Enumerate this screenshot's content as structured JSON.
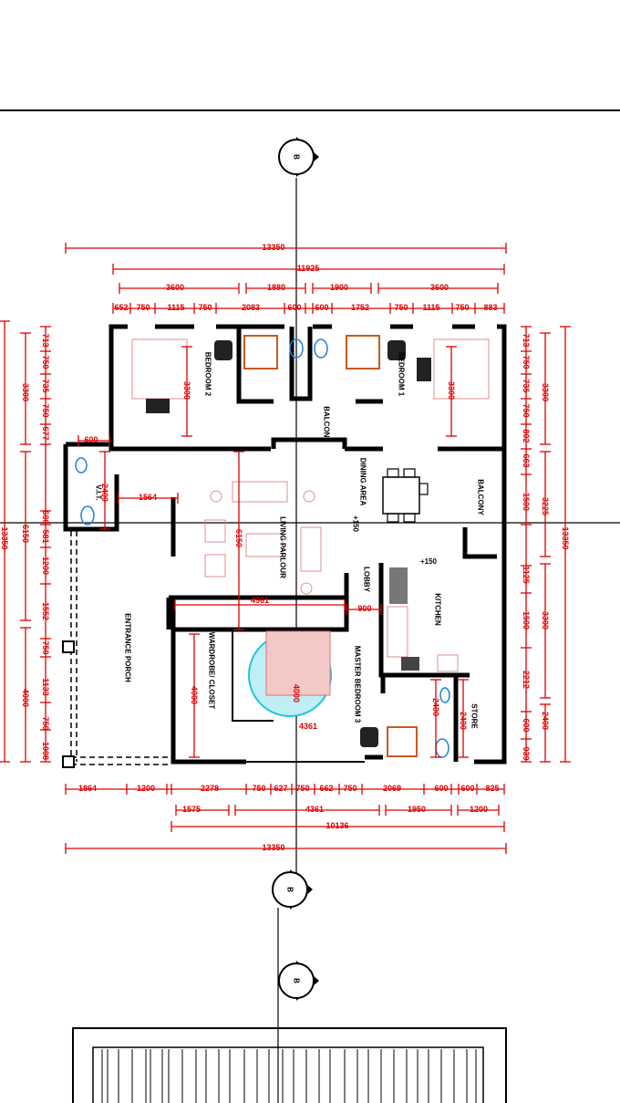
{
  "drawing": {
    "section_marker_label": "B",
    "colors": {
      "walls": "#000000",
      "dimensions": "#e00000",
      "furniture": "#e07070",
      "sanitary": "#1e7fd8",
      "shower": "#c85a1e",
      "rug": "#22c4d8"
    },
    "rooms": {
      "bedroom2": "BEDROOM 2",
      "bedroom1": "BEDROOM 1",
      "balcony_top": "BALCONY",
      "dining": "DINING AREA",
      "living": "LIVING PARLOUR",
      "lobby": "LOBBY",
      "kitchen": "KITCHEN",
      "balcony_right": "BALCONY",
      "wardrobe": "WARDROBE/ CLOSET",
      "master": "MASTER BEDROOM 3",
      "store": "STORE",
      "porch": "ENTRANCE PORCH",
      "vit": "V.I.T."
    },
    "levels": {
      "living": "+150",
      "kitchen": "+150"
    },
    "inner_dims": {
      "vit_w": "600",
      "vit_h": "2400",
      "entry": "1564",
      "living_h": "6150",
      "living_w": "4961",
      "lobby": "900",
      "bed2": "3300",
      "bed1": "3300",
      "wardrobe": "4000",
      "master_h": "4000",
      "master_w": "4361",
      "bath": "2400",
      "store": "2400"
    },
    "dims_top": {
      "overall": "13350",
      "row2": "11925",
      "row3": [
        "3600",
        "1880",
        "1900",
        "3600"
      ],
      "row4": [
        "652",
        "750",
        "1115",
        "750",
        "2083",
        "600",
        "600",
        "1752",
        "750",
        "1115",
        "750",
        "883"
      ]
    },
    "dims_bottom": {
      "row1": [
        "1864",
        "1200",
        "2278",
        "750",
        "627",
        "750",
        "662",
        "750",
        "2069",
        "600",
        "600",
        "825"
      ],
      "row2": [
        "1575",
        "4361",
        "1950",
        "1200"
      ],
      "row3": "10136",
      "overall": "13350"
    },
    "dims_left": {
      "detail": [
        "713",
        "750",
        "735",
        "750",
        "677",
        "600",
        "581",
        "1200",
        "1552",
        "750",
        "1133",
        "750",
        "1008"
      ],
      "mid": [
        "3300",
        "6150",
        "4000"
      ],
      "overall": "13350"
    },
    "dims_right": {
      "detail": [
        "713",
        "750",
        "735",
        "750",
        "802",
        "663",
        "1500",
        "1125",
        "1500",
        "2212",
        "600",
        "939"
      ],
      "mid": [
        "3300",
        "3225",
        "3300",
        "2400"
      ],
      "overall": "13350"
    }
  }
}
